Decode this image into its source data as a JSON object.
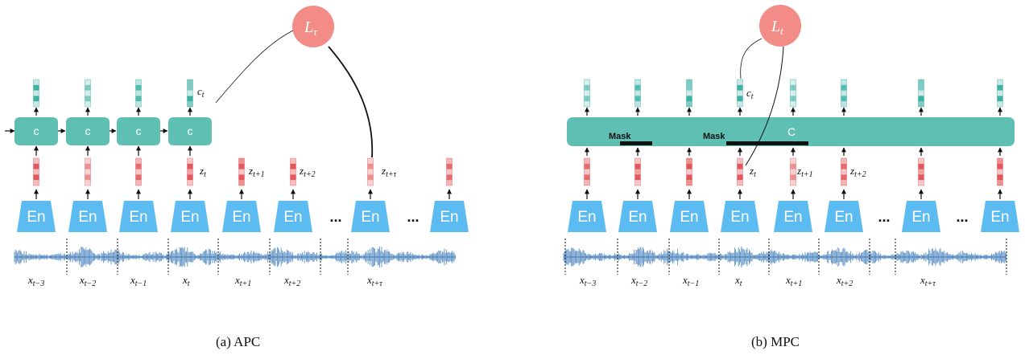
{
  "colors": {
    "encoder": "#5cbcf2",
    "context": "#5ebfb2",
    "loss": "#f38c86",
    "latent": "#e0464a",
    "context_vec": "#2aa99a",
    "wave": "#3a78b8"
  },
  "icons": {
    "encoder": "encoder-trapezoid-icon",
    "vector": "feature-vector-icon",
    "loss": "loss-circle-icon",
    "waveform": "audio-waveform-icon"
  },
  "panels": [
    {
      "id": "apc",
      "caption": "(a) APC",
      "loss_symbol": "L",
      "loss_sub": "τ",
      "encoder_label": "En",
      "context_label": "c",
      "ellipsis": "...",
      "c_label": "c",
      "c_sub": "t",
      "z_labels": [
        {
          "base": "z",
          "sub": "t"
        },
        {
          "base": "z",
          "sub": "t+1"
        },
        {
          "base": "z",
          "sub": "t+2"
        },
        {
          "base": "z",
          "sub": "t+τ"
        }
      ],
      "x_labels": [
        {
          "base": "x",
          "sub": "t−3"
        },
        {
          "base": "x",
          "sub": "t−2"
        },
        {
          "base": "x",
          "sub": "t−1"
        },
        {
          "base": "x",
          "sub": "t"
        },
        {
          "base": "x",
          "sub": "t+1"
        },
        {
          "base": "x",
          "sub": "t+2"
        },
        {
          "base": "x",
          "sub": "t+τ"
        }
      ]
    },
    {
      "id": "mpc",
      "caption": "(b) MPC",
      "loss_symbol": "L",
      "loss_sub": "t",
      "encoder_label": "En",
      "context_label": "C",
      "mask_label": "Mask",
      "ellipsis": "...",
      "c_label": "c",
      "c_sub": "t",
      "z_labels": [
        {
          "base": "z",
          "sub": "t"
        },
        {
          "base": "z",
          "sub": "t+1"
        },
        {
          "base": "z",
          "sub": "t+2"
        }
      ],
      "x_labels": [
        {
          "base": "x",
          "sub": "t−3"
        },
        {
          "base": "x",
          "sub": "t−2"
        },
        {
          "base": "x",
          "sub": "t−1"
        },
        {
          "base": "x",
          "sub": "t"
        },
        {
          "base": "x",
          "sub": "t+1"
        },
        {
          "base": "x",
          "sub": "t+2"
        },
        {
          "base": "x",
          "sub": "t+τ"
        }
      ]
    }
  ]
}
